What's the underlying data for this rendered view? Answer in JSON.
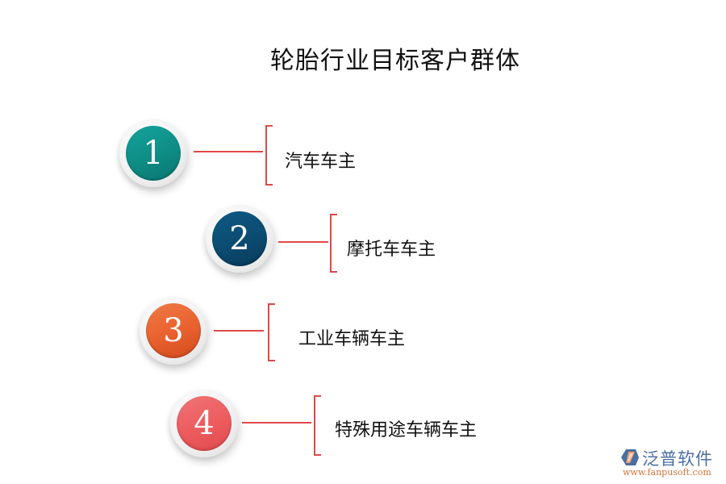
{
  "title": "轮胎行业目标客户群体",
  "items": [
    {
      "number": "1",
      "label": "汽车车主",
      "color": "#0e9089"
    },
    {
      "number": "2",
      "label": "摩托车车主",
      "color": "#0b4a6f"
    },
    {
      "number": "3",
      "label": "工业车辆车主",
      "color": "#e8602e"
    },
    {
      "number": "4",
      "label": "特殊用途车辆车主",
      "color": "#ec5b5e"
    }
  ],
  "accent_line_color": "#e04848",
  "watermark": {
    "brand": "泛普软件",
    "url": "www.fanpusoft.com"
  }
}
